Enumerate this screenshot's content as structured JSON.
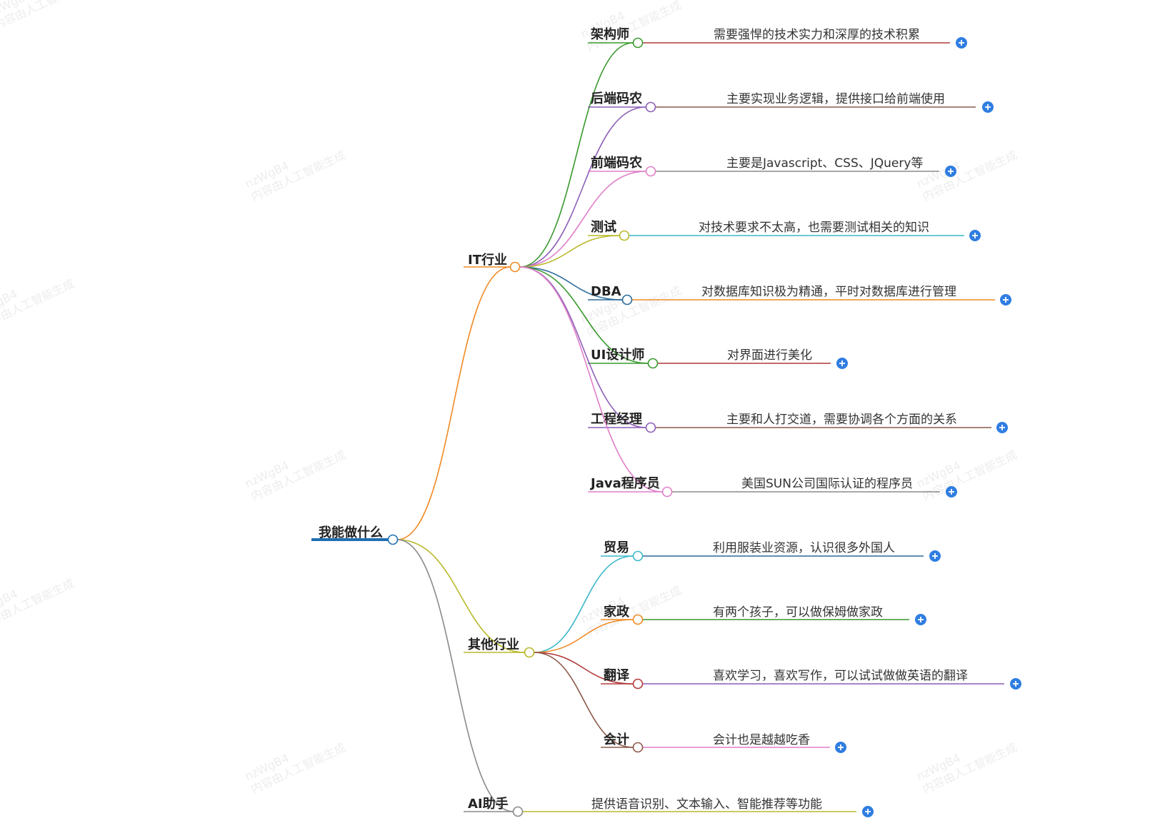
{
  "root": {
    "label": "我能做什么",
    "color": "#1f6fb2"
  },
  "branches": [
    {
      "label": "IT行业",
      "color": "#f08a24",
      "children": [
        {
          "label": "架构师",
          "color": "#3a9a2f",
          "desc": "需要强悍的技术实力和深厚的技术积累",
          "desc_color": "#b23a3a"
        },
        {
          "label": "后端码农",
          "color": "#8e5fb8",
          "desc": "主要实现业务逻辑，提供接口给前端使用",
          "desc_color": "#8b5a4a"
        },
        {
          "label": "前端码农",
          "color": "#e07fc9",
          "desc": "主要是Javascript、CSS、JQuery等",
          "desc_color": "#8a8a8a"
        },
        {
          "label": "测试",
          "color": "#b8b82a",
          "desc": "对技术要求不太高，也需要测试相关的知识",
          "desc_color": "#3cb8c8"
        },
        {
          "label": "DBA",
          "color": "#2a6a9a",
          "desc": "对数据库知识极为精通，平时对数据库进行管理",
          "desc_color": "#f08a24"
        },
        {
          "label": "UI设计师",
          "color": "#3a9a2f",
          "desc": "对界面进行美化",
          "desc_color": "#b23a3a"
        },
        {
          "label": "工程经理",
          "color": "#8e5fb8",
          "desc": "主要和人打交道，需要协调各个方面的关系",
          "desc_color": "#8b5a4a"
        },
        {
          "label": "Java程序员",
          "color": "#e07fc9",
          "desc": "美国SUN公司国际认证的程序员",
          "desc_color": "#8a8a8a"
        }
      ]
    },
    {
      "label": "其他行业",
      "color": "#b8b82a",
      "children": [
        {
          "label": "贸易",
          "color": "#3cb8c8",
          "desc": "利用服装业资源，认识很多外国人",
          "desc_color": "#2a6a9a"
        },
        {
          "label": "家政",
          "color": "#f08a24",
          "desc": "有两个孩子，可以做保姆做家政",
          "desc_color": "#3a9a2f"
        },
        {
          "label": "翻译",
          "color": "#b23a3a",
          "desc": "喜欢学习，喜欢写作，可以试试做做英语的翻译",
          "desc_color": "#8e5fb8"
        },
        {
          "label": "会计",
          "color": "#8b5a4a",
          "desc": "会计也是越越吃香",
          "desc_color": "#e07fc9"
        }
      ]
    },
    {
      "label": "AI助手",
      "color": "#8a8a8a",
      "desc": "提供语音识别、文本输入、智能推荐等功能",
      "desc_color": "#b8b82a"
    }
  ],
  "expand_button": {
    "symbol": "+",
    "color": "#2f7de1"
  },
  "watermark": {
    "line1": "nzWgB4",
    "line2": "内容由人工智能生成"
  }
}
